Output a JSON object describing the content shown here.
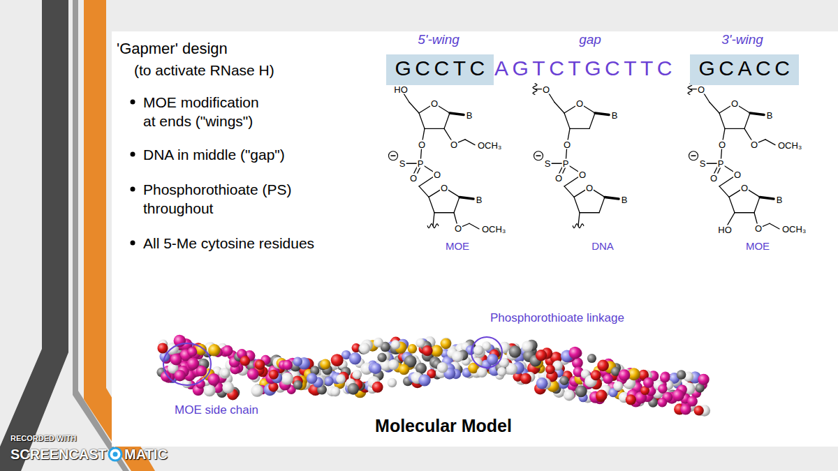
{
  "diagram": {
    "title": "'Gapmer' design",
    "nodes": [
      {
        "text": [
          "GCCTC"
        ]
      },
      {
        "text": [
          "GCACC"
        ]
      }
    ],
    "labels": [
      "(to activate RNase H)",
      "MOE modification at ends (\"wings\")",
      "DNA in middle (\"gap\")",
      "Phosphorothioate (PS) throughout",
      "All 5-Me cytosine residues",
      "5'-wing",
      "gap",
      "3'-wing",
      "AGTCTGCTTC",
      "HO",
      "O",
      "B",
      "O",
      "O",
      "OCH₃",
      "S",
      "P",
      "O",
      "O",
      "O",
      "B",
      "O",
      "OCH₃",
      "MOE",
      "O",
      "O",
      "B",
      "O",
      "S",
      "P",
      "O",
      "O",
      "O",
      "B",
      "DNA",
      "O",
      "O",
      "B",
      "O",
      "O",
      "OCH₃",
      "S",
      "P",
      "O",
      "O",
      "O",
      "B",
      "HO",
      "O",
      "OCH₃",
      "MOE",
      "Phosphorothioate linkage",
      "MOE side chain",
      "Molecular Model",
      "RECORDED WITH",
      "SCREENCAST",
      "MATIC"
    ]
  }
}
